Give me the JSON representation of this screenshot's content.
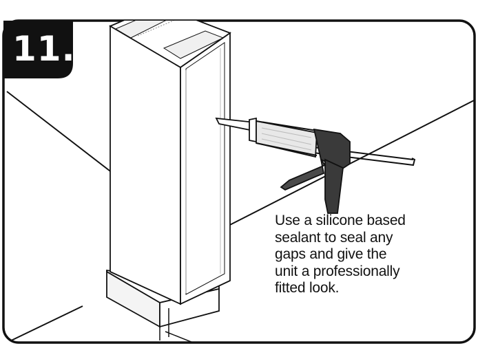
{
  "step": {
    "number": "11."
  },
  "instruction": {
    "lines": [
      "Use a silicone based",
      "sealant to seal any",
      "gaps and give the",
      "unit a professionally",
      "fitted look."
    ]
  },
  "colors": {
    "outline": "#111111",
    "badge": "#111111",
    "gun_body": "#333333",
    "background": "#ffffff"
  },
  "icons": {
    "cabinet": "tall-cabinet-illustration",
    "tool": "caulking-gun-illustration"
  }
}
